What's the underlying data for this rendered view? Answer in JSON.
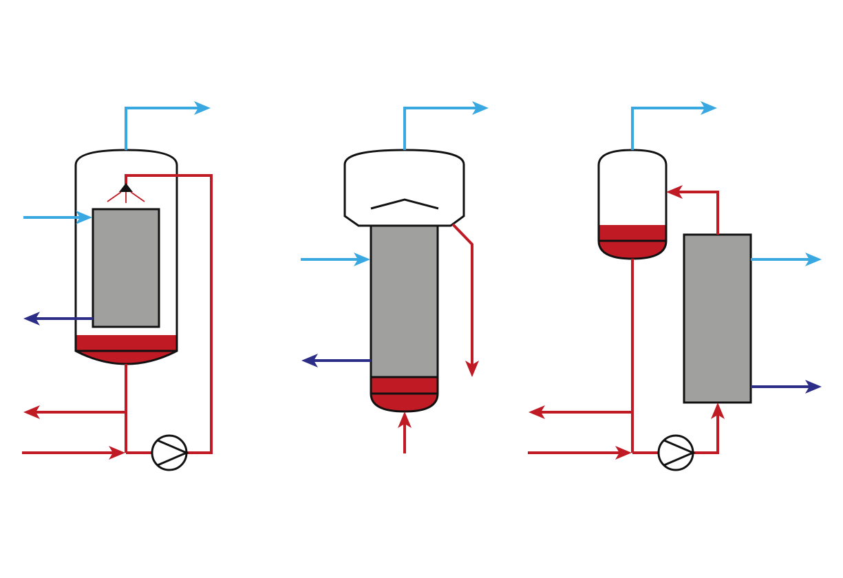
{
  "diagram": {
    "units": [
      {
        "id": "unit-1",
        "type": "falling-film-evaporator-with-spray-distributor"
      },
      {
        "id": "unit-2",
        "type": "rising-film-evaporator-with-separator-head"
      },
      {
        "id": "unit-3",
        "type": "forced-circulation-evaporator-with-external-heat-exchanger"
      }
    ],
    "colors": {
      "vapor_line": "#3aa8e0",
      "liquid_line": "#c01a24",
      "condensate_line": "#2b2d87",
      "heater_fill": "#a0a09f",
      "outline": "#111111",
      "background": "#ffffff"
    },
    "icons": [
      "pump-icon",
      "spray-nozzle-icon",
      "arrow-head-icon"
    ]
  }
}
